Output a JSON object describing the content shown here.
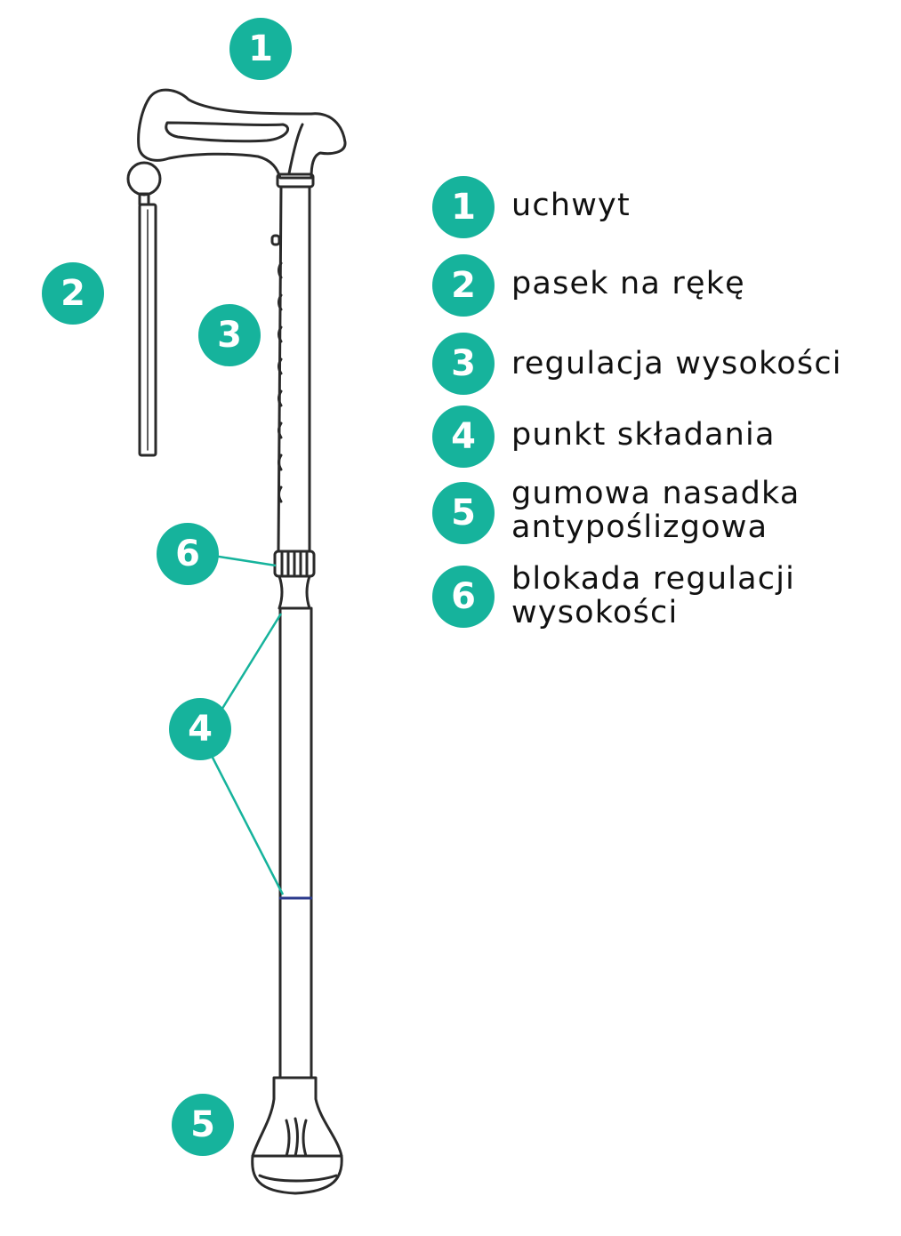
{
  "colors": {
    "accent": "#16b39c",
    "outline": "#2a2a2a",
    "fold_marker": "#2b3a8c"
  },
  "callouts": [
    "1",
    "2",
    "3",
    "4",
    "5",
    "6"
  ],
  "legend": [
    {
      "number": "1",
      "lines": [
        "uchwyt"
      ]
    },
    {
      "number": "2",
      "lines": [
        "pasek na rękę"
      ]
    },
    {
      "number": "3",
      "lines": [
        "regulacja wysokości"
      ]
    },
    {
      "number": "4",
      "lines": [
        "punkt składania"
      ]
    },
    {
      "number": "5",
      "lines": [
        "gumowa nasadka",
        "antypoślizgowa"
      ]
    },
    {
      "number": "6",
      "lines": [
        "blokada regulacji",
        "wysokości"
      ]
    }
  ]
}
